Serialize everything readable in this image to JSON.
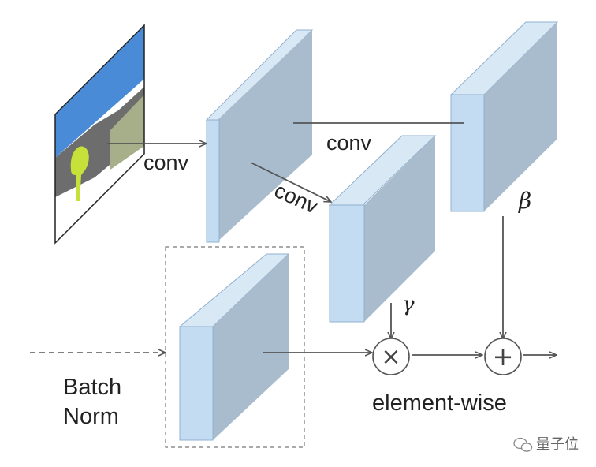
{
  "labels": {
    "conv_left": "conv",
    "conv_top": "conv",
    "conv_diag": "conv",
    "gamma": "γ",
    "beta": "β",
    "batch_norm_line1": "Batch",
    "batch_norm_line2": "Norm",
    "element_wise": "element-wise",
    "multiply_symbol": "×",
    "add_symbol": "+",
    "watermark": "量子位"
  },
  "colors": {
    "block_front": "#c4dcf1",
    "block_side": "#a8bccd",
    "block_top": "#d8e8f5",
    "block_edge": "#8fb0d0",
    "arrow": "#555555",
    "sky": "#4a8bd8",
    "mountain_dark": "#6d6d6d",
    "mountain_light": "#a7af8a",
    "tree": "#c6e23a"
  }
}
